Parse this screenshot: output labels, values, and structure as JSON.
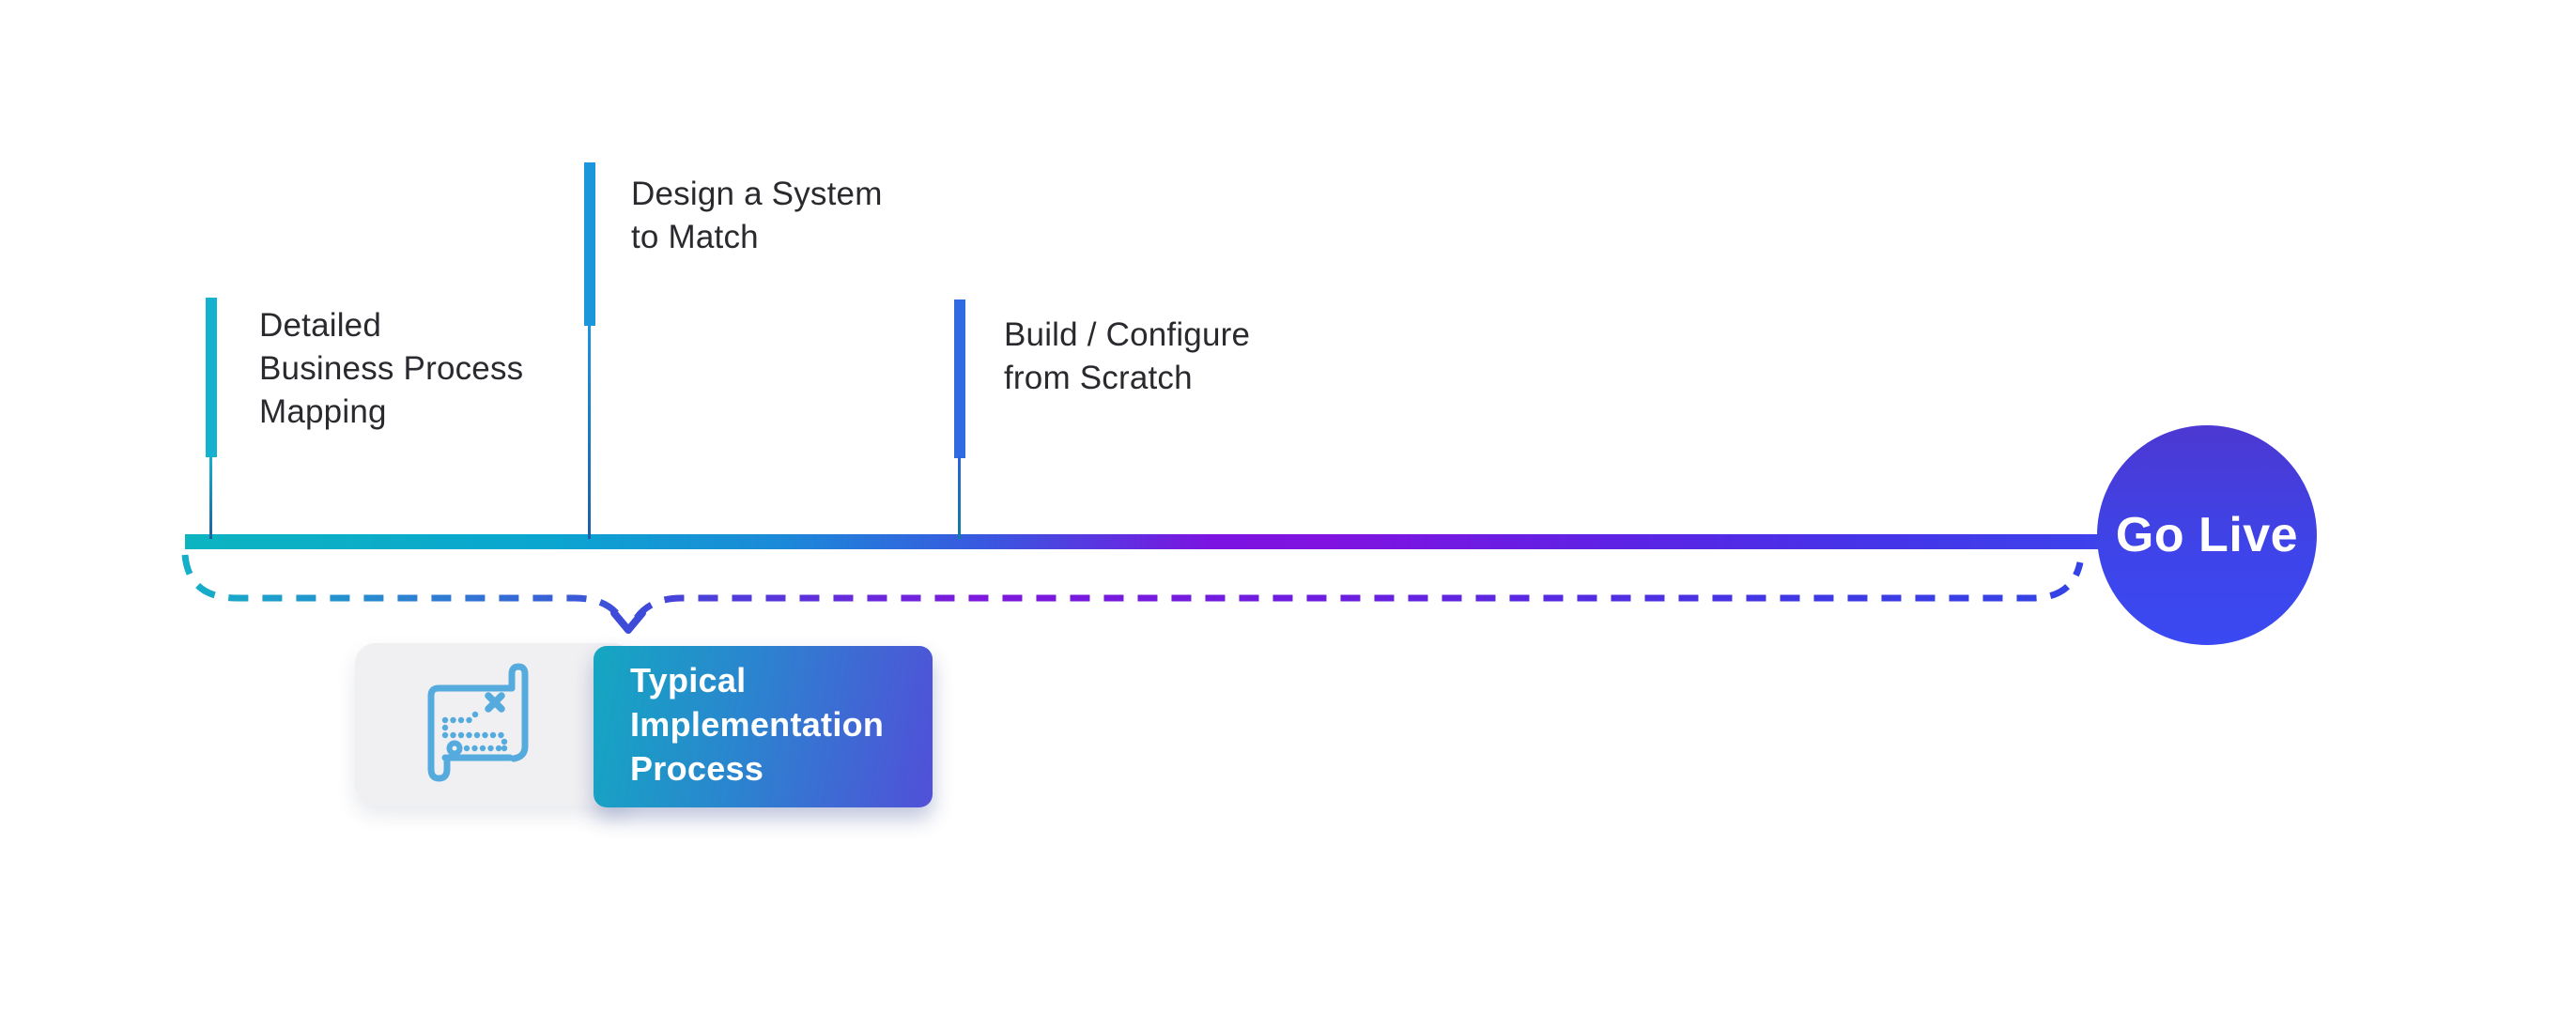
{
  "timeline": {
    "milestones": [
      {
        "label": "Detailed\nBusiness Process\nMapping"
      },
      {
        "label": "Design a System\nto Match"
      },
      {
        "label": "Build / Configure\nfrom Scratch"
      }
    ],
    "endpoint_label": "Go Live"
  },
  "callout": {
    "label": "Typical\nImplementation\nProcess",
    "icon": "treasure-map-icon"
  },
  "colors": {
    "page_bg": "#ffffff",
    "text_dark": "#2a292e",
    "text_white": "#ffffff",
    "tick_teal": "#15b1cf",
    "tick_blue": "#1b95dc",
    "tick_royal": "#2f6ae2",
    "line_teal": "#0cb4c0",
    "line_sky": "#0ba6d0",
    "line_azure": "#1b8ad8",
    "line_blue": "#3b55e0",
    "line_purple": "#7c13e0",
    "line_violet": "#5c23e4",
    "line_indigo": "#3b46ec",
    "circle_top": "#4c38d2",
    "circle_bottom": "#3a49f2",
    "card_gray": "#f0f0f2",
    "card_teal": "#14a7c2",
    "card_indigo": "#5150d8",
    "icon_blue": "#55abdd",
    "dash_blue": "#3e4bd9"
  }
}
